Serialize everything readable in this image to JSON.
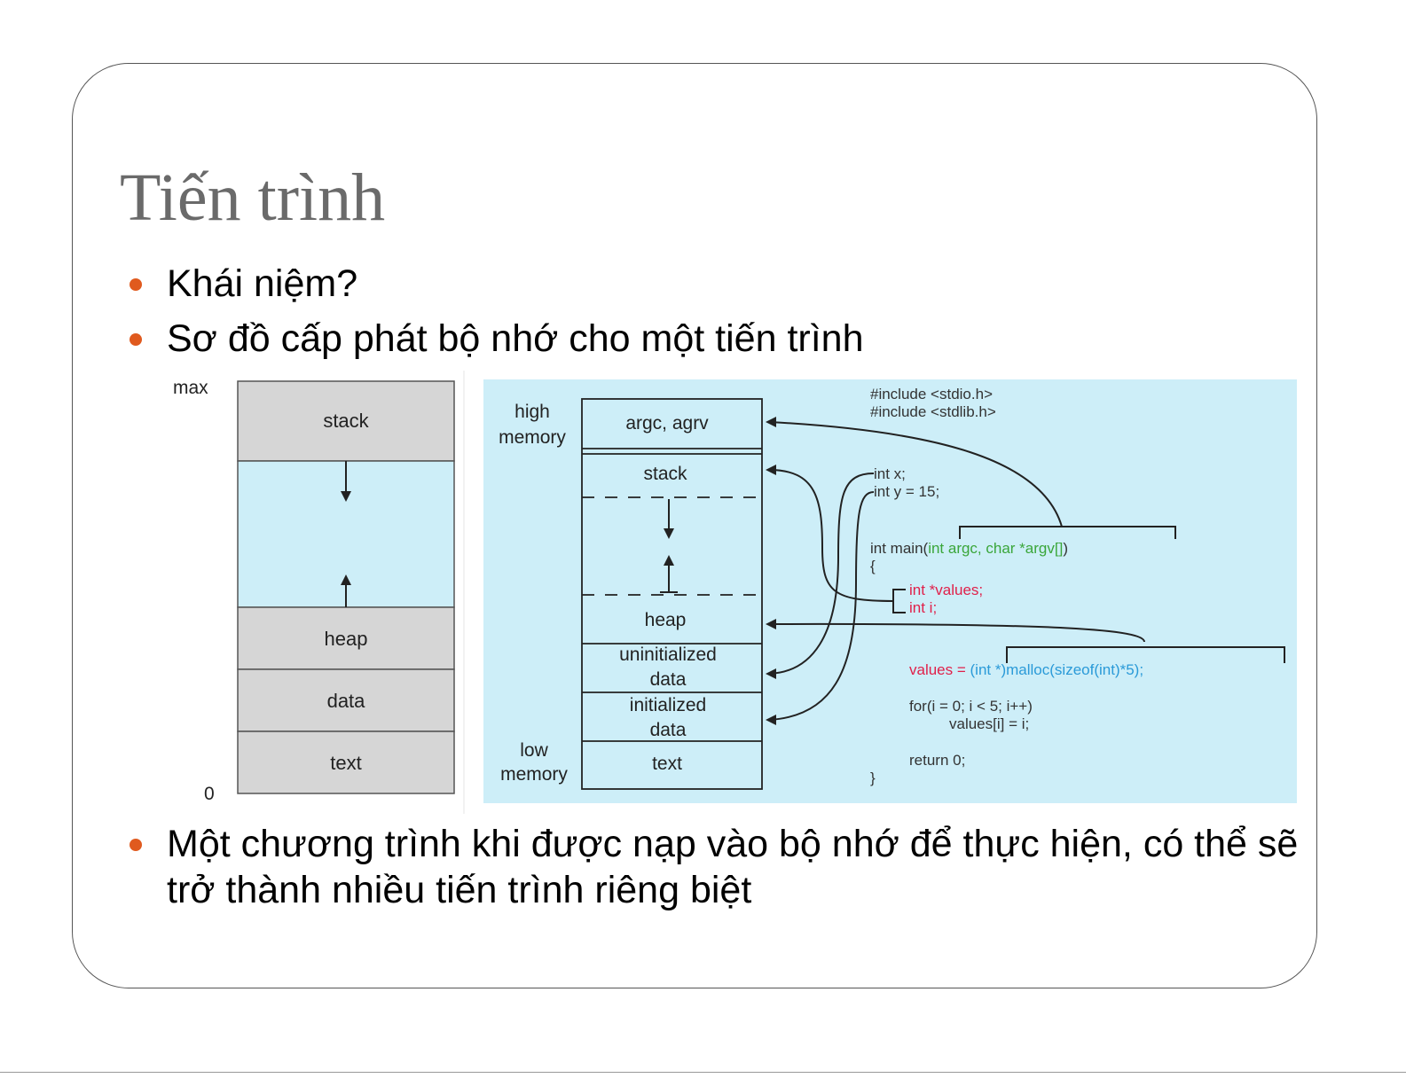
{
  "title": "Tiến trình",
  "bullets": [
    "Khái niệm?",
    "Sơ đồ cấp phát bộ nhớ cho một tiến trình",
    "Một chương trình khi được nạp vào bộ nhớ để thực hiện, có thể sẽ trở thành nhiều tiến trình riêng biệt"
  ],
  "left_diagram": {
    "max_label": "max",
    "zero_label": "0",
    "segments": {
      "stack": "stack",
      "heap": "heap",
      "data": "data",
      "text": "text"
    }
  },
  "right_diagram": {
    "high_memory": [
      "high",
      "memory"
    ],
    "low_memory": [
      "low",
      "memory"
    ],
    "segments": {
      "argc": "argc, agrv",
      "stack": "stack",
      "heap": "heap",
      "uninit": [
        "uninitialized",
        "data"
      ],
      "init": [
        "initialized",
        "data"
      ],
      "text": "text"
    },
    "code": {
      "include1": "#include <stdio.h>",
      "include2": "#include <stdlib.h>",
      "int_x": "int x;",
      "int_y": "int y = 15;",
      "main_prefix": "int main(",
      "main_args": "int argc, char *argv[]",
      "main_suffix": ")",
      "open_brace": "{",
      "values_decl": "int *values;",
      "i_decl": "int i;",
      "values_assign": "values = ",
      "malloc_call": "(int *)malloc(sizeof(int)*5);",
      "for_line": "for(i = 0; i < 5; i++)",
      "values_line": "values[i] = i;",
      "return_line": "return 0;",
      "close_brace": "}"
    },
    "colors": {
      "background": "#cdeef8",
      "args": "#3aa63a",
      "locals": "#e0204a",
      "malloc": "#2a9ad8"
    }
  }
}
